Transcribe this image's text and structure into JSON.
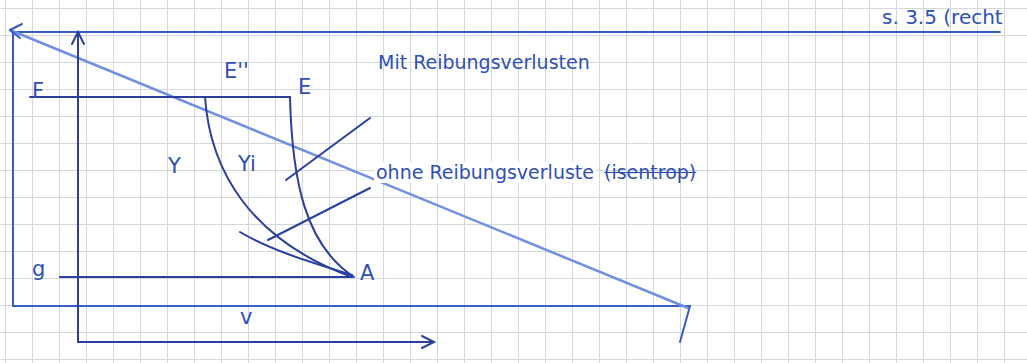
{
  "diagram": {
    "labels": [
      "s. 3.5 (recht",
      "F",
      "E''",
      "E",
      "Mit Reibungsverlusten",
      "Y",
      "Yi",
      "ohne Reibungsverluste",
      "(isentrop)",
      "g",
      "A",
      "v"
    ]
  }
}
